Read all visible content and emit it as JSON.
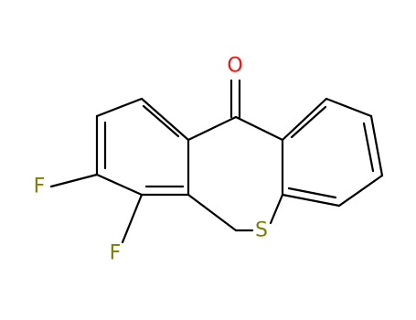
{
  "atoms": {
    "oxygen": {
      "symbol": "O",
      "color": "#ff0d0d"
    },
    "sulfur": {
      "symbol": "S",
      "color": "#808000"
    },
    "fluorine_1": {
      "symbol": "F",
      "color": "#808000"
    },
    "fluorine_2": {
      "symbol": "F",
      "color": "#808000"
    }
  },
  "colors": {
    "bond": "#000000",
    "background": "#ffffff"
  }
}
